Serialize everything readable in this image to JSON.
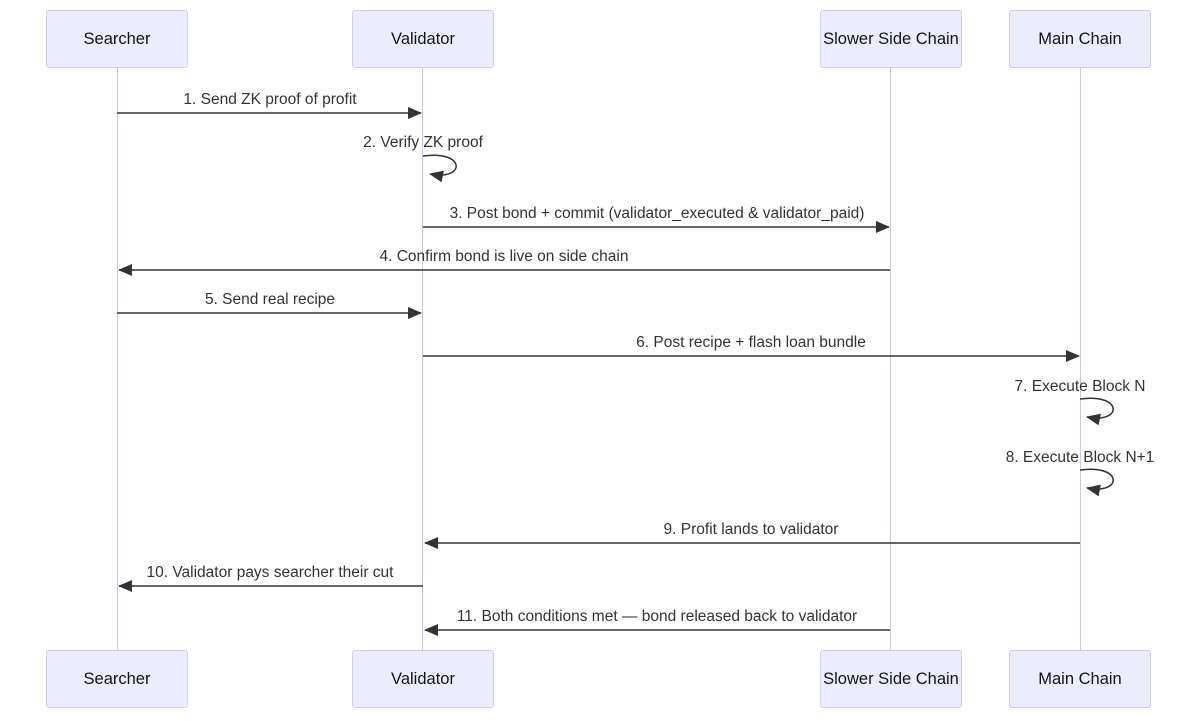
{
  "diagram": {
    "type": "sequence-diagram",
    "colors": {
      "actor_fill": "#ECECFF",
      "actor_border": "#CCCCF2",
      "lifeline_color": "#CCC7E8",
      "arrow_color": "#333333",
      "message_text": "#333333",
      "actor_text": "#131313",
      "bg": "#FFFFFF"
    },
    "actors": [
      {
        "id": "searcher",
        "label": "Searcher"
      },
      {
        "id": "validator",
        "label": "Validator"
      },
      {
        "id": "slower-side-chain",
        "label": "Slower Side Chain"
      },
      {
        "id": "main-chain",
        "label": "Main Chain"
      }
    ],
    "messages": [
      {
        "seq": 1,
        "from": "searcher",
        "to": "validator",
        "kind": "solid-arrow",
        "label": "1. Send ZK proof of profit"
      },
      {
        "seq": 2,
        "from": "validator",
        "to": "validator",
        "kind": "self-loop",
        "label": "2. Verify ZK proof"
      },
      {
        "seq": 3,
        "from": "validator",
        "to": "slower-side-chain",
        "kind": "solid-arrow",
        "label": "3. Post bond + commit (validator_executed & validator_paid)"
      },
      {
        "seq": 4,
        "from": "slower-side-chain",
        "to": "searcher",
        "kind": "solid-arrow",
        "label": "4. Confirm bond is live on side chain"
      },
      {
        "seq": 5,
        "from": "searcher",
        "to": "validator",
        "kind": "solid-arrow",
        "label": "5. Send real recipe"
      },
      {
        "seq": 6,
        "from": "validator",
        "to": "main-chain",
        "kind": "solid-arrow",
        "label": "6. Post recipe + flash loan bundle"
      },
      {
        "seq": 7,
        "from": "main-chain",
        "to": "main-chain",
        "kind": "self-loop",
        "label": "7. Execute Block N"
      },
      {
        "seq": 8,
        "from": "main-chain",
        "to": "main-chain",
        "kind": "self-loop",
        "label": "8. Execute Block N+1"
      },
      {
        "seq": 9,
        "from": "main-chain",
        "to": "validator",
        "kind": "solid-arrow",
        "label": "9. Profit lands to validator"
      },
      {
        "seq": 10,
        "from": "validator",
        "to": "searcher",
        "kind": "solid-arrow",
        "label": "10. Validator pays searcher their cut"
      },
      {
        "seq": 11,
        "from": "slower-side-chain",
        "to": "validator",
        "kind": "solid-arrow",
        "label": "11. Both conditions met — bond released back to validator"
      }
    ]
  }
}
